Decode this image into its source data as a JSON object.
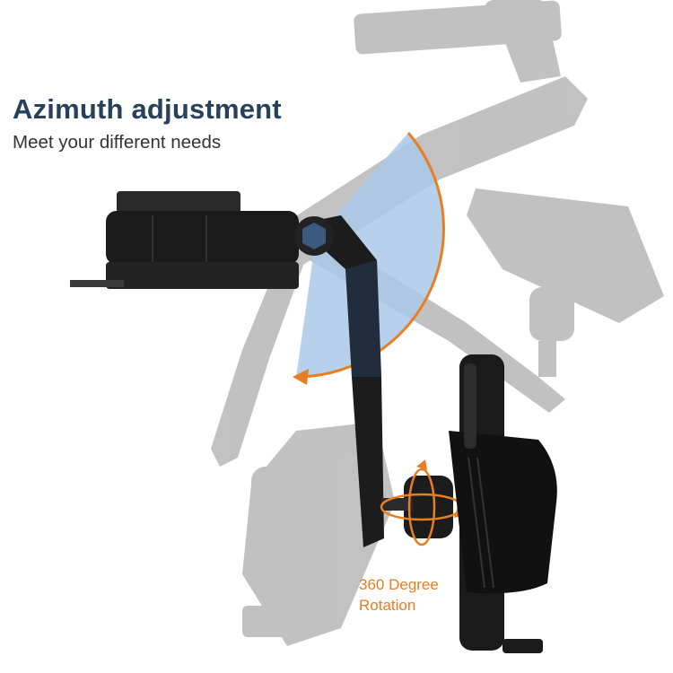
{
  "heading": {
    "title": "Azimuth adjustment",
    "subtitle": "Meet your different needs"
  },
  "rotation_label": {
    "line1": "360 Degree",
    "line2": "Rotation"
  },
  "colors": {
    "title": "#27405c",
    "accent_orange": "#e67e22",
    "arc_fill": "#aac8e8",
    "arm_dark": "#1c1c1c",
    "ghost_gray": "#8f8f8f"
  },
  "icons": [
    "suction-mount-base",
    "pivot-bolt-icon",
    "rotation-arrow-icon",
    "phone-clamp"
  ]
}
